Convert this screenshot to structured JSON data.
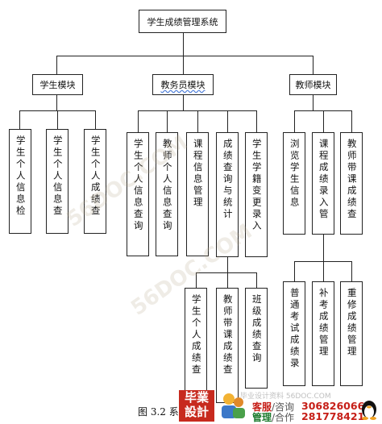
{
  "diagram": {
    "root": "学生成绩管理系统",
    "modules": [
      {
        "label": "学生模块",
        "children": [
          "学生个人信息检",
          "学生个人信息查",
          "学生个人成绩查"
        ]
      },
      {
        "label": "教务员模块",
        "children": [
          "学生个人信息查询",
          "教师个人信息查询",
          "课程信息管理",
          "成绩查询与统计",
          "学生学籍变更录入"
        ],
        "sub": {
          "parent": "成绩查询与统计",
          "children": [
            "学生个人成绩查",
            "教师带课成绩查",
            "班级成绩查询"
          ]
        }
      },
      {
        "label": "教师模块",
        "children": [
          "浏览学生信息",
          "课程成绩录入管",
          "教师带课成绩查"
        ],
        "sub": {
          "parent": "课程成绩录入管",
          "children": [
            "普通考试成绩录",
            "补考成绩管理",
            "重修成绩管理"
          ]
        }
      }
    ]
  },
  "caption": "图 3.2 系",
  "watermark": {
    "text": "56DOC.COM",
    "site_line": "毕业设计资料 56DOC.COM"
  },
  "footer": {
    "logo_top": "毕業",
    "logo_bottom": "設計",
    "label1": "客服",
    "label1_suffix": "/咨询",
    "label2": "管理",
    "label2_suffix": "/合作",
    "number1": "306826066",
    "number2": "281778421"
  }
}
